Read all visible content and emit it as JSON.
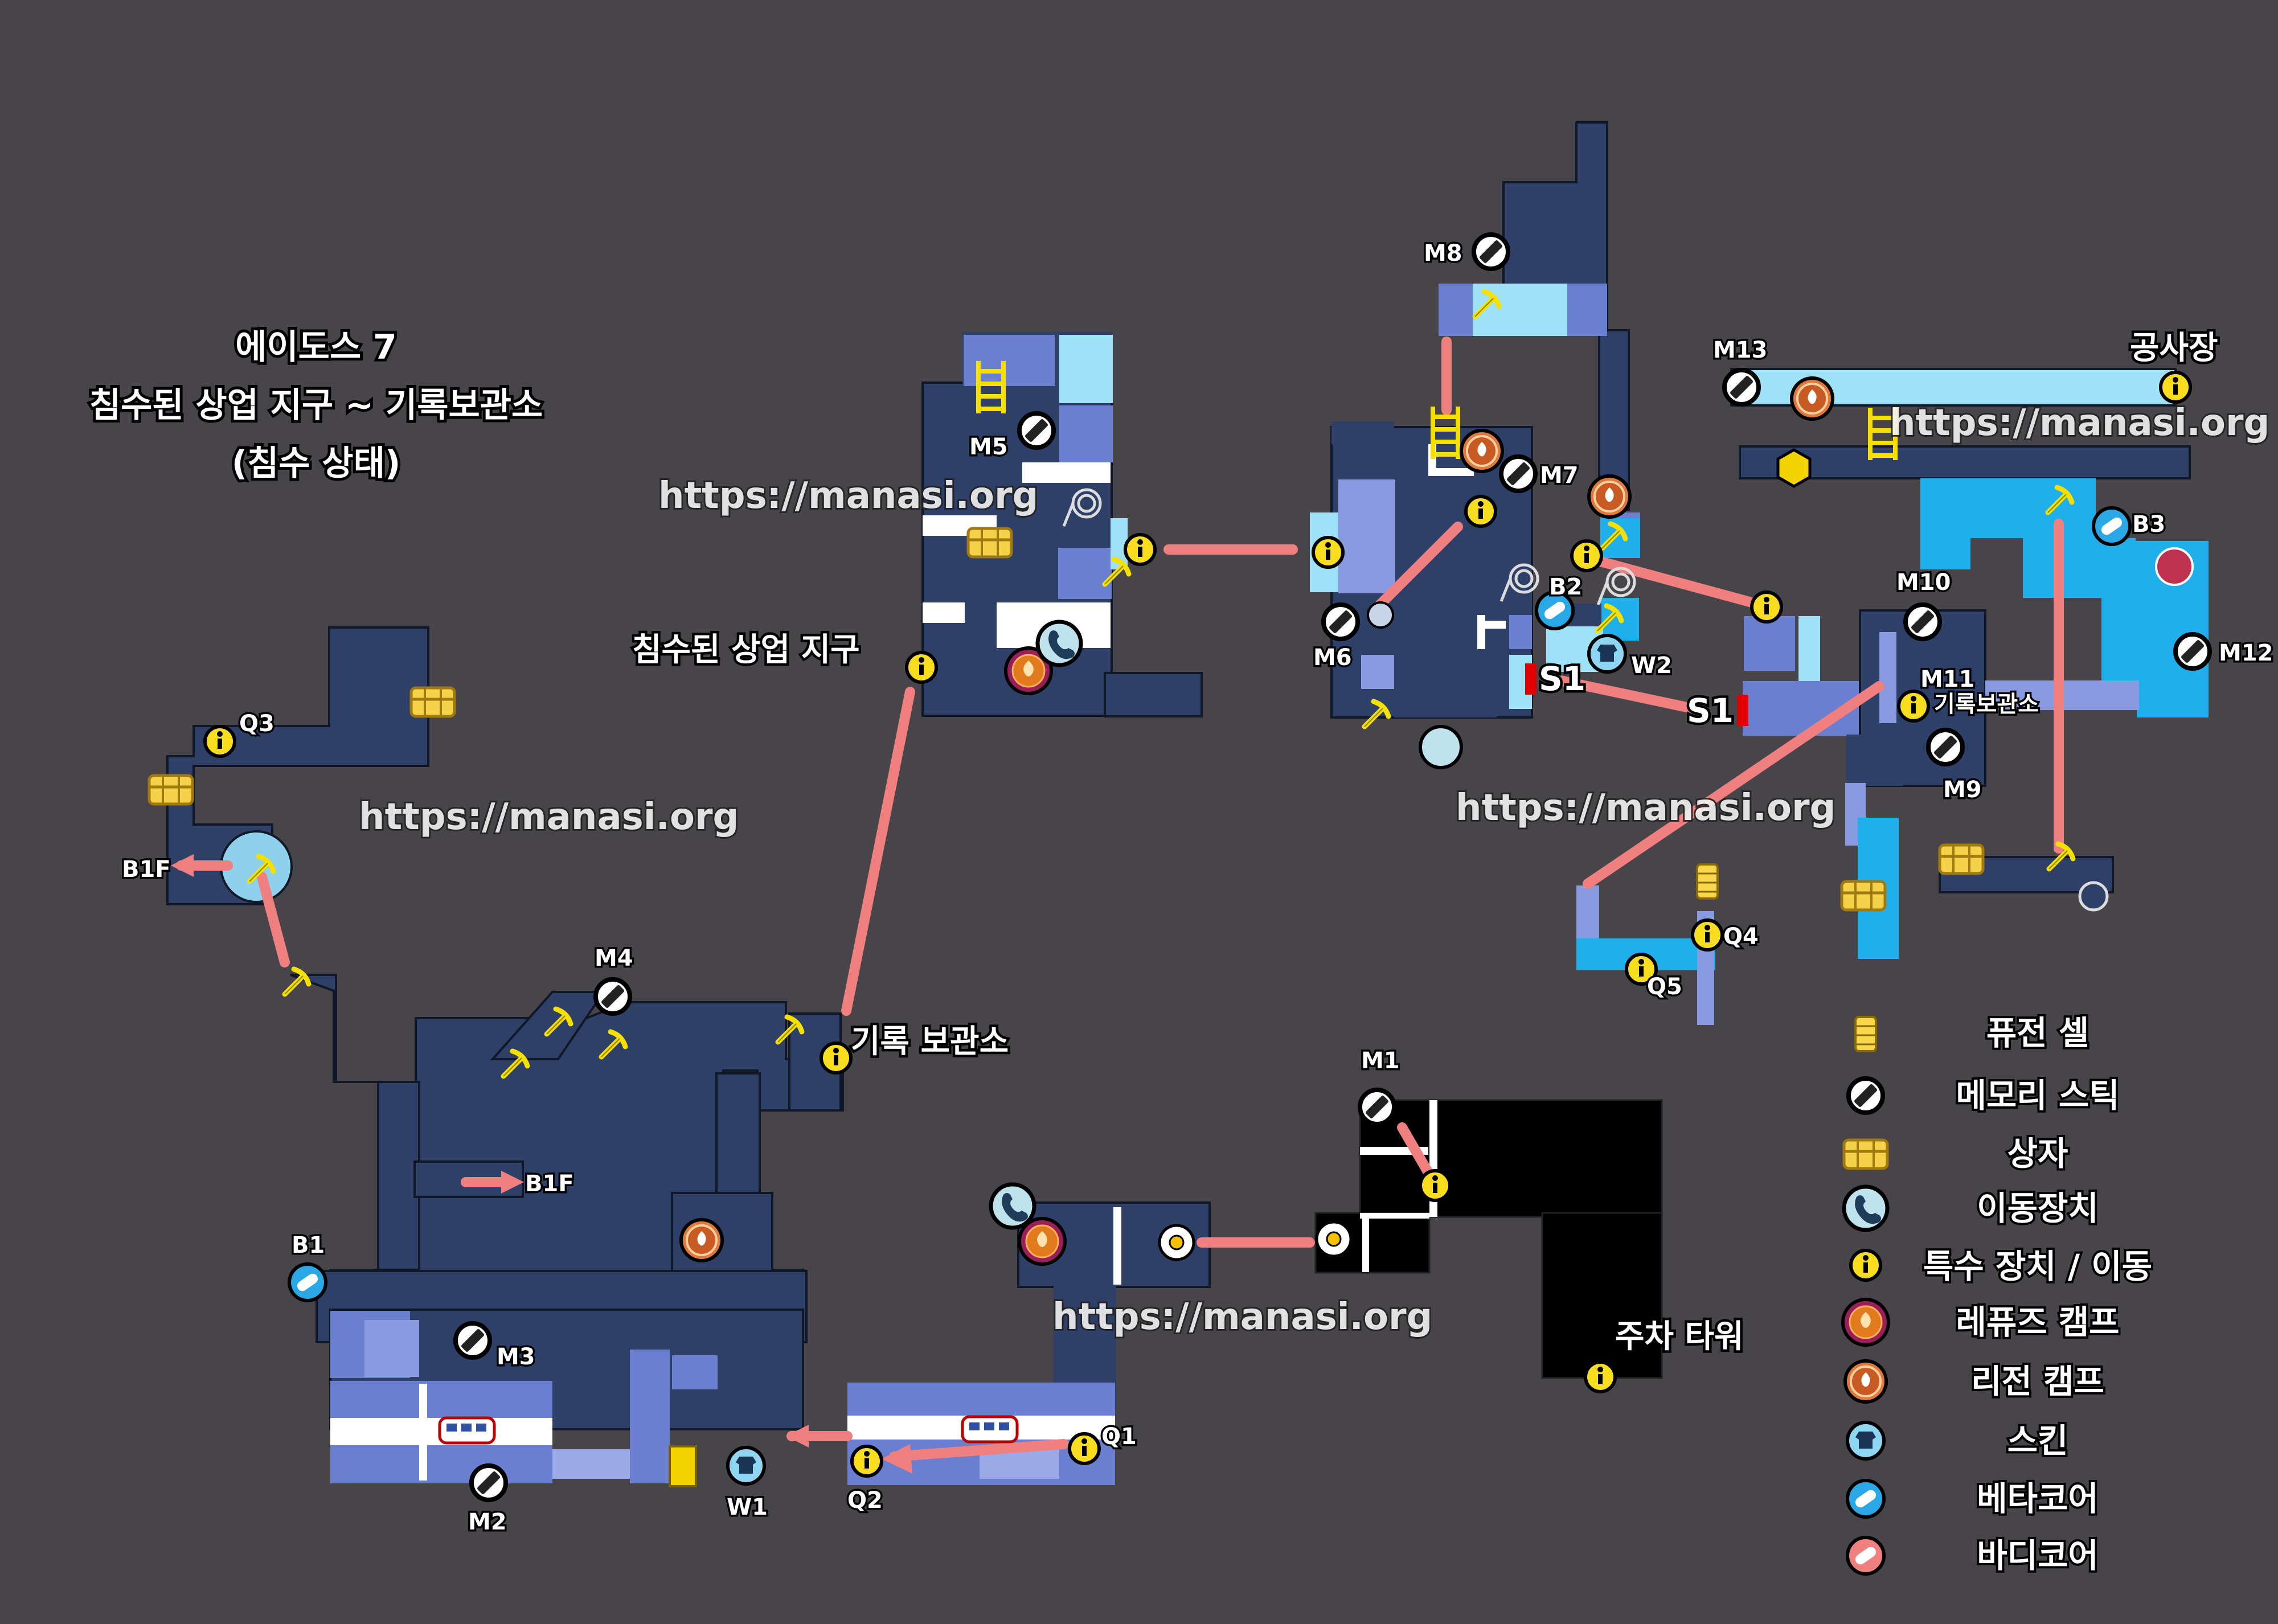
{
  "title": {
    "line1": "에이도스 7",
    "line2": "침수된 상업 지구 ~ 기록보관소",
    "line3": "(침수 상태)"
  },
  "areas": {
    "commercial": "침수된 상업 지구",
    "archive_lower": "기록 보관소",
    "archive_upper": "기록보관소",
    "parking": "주차 타워",
    "construction": "공사장"
  },
  "watermark": "https://manasi.org",
  "markers": {
    "memory": [
      "M1",
      "M2",
      "M3",
      "M4",
      "M5",
      "M6",
      "M7",
      "M8",
      "M9",
      "M10",
      "M11",
      "M12",
      "M13"
    ],
    "special": [
      "Q1",
      "Q2",
      "Q3",
      "Q4",
      "Q5"
    ],
    "beta": [
      "B1",
      "B2",
      "B3"
    ],
    "skin": [
      "W1",
      "W2"
    ],
    "floor_exit": "B1F",
    "switch": "S1"
  },
  "legend": [
    {
      "label": "퓨전 셀",
      "icon": "fusion-cell-icon"
    },
    {
      "label": "메모리 스틱",
      "icon": "memory-stick-icon"
    },
    {
      "label": "상자",
      "icon": "chest-icon"
    },
    {
      "label": "이동장치",
      "icon": "phone-icon"
    },
    {
      "label": "특수 장치 / 이동",
      "icon": "info-icon"
    },
    {
      "label": "레퓨즈 캠프",
      "icon": "refuge-camp-icon"
    },
    {
      "label": "리전 캠프",
      "icon": "legion-camp-icon"
    },
    {
      "label": "스킨",
      "icon": "skin-icon"
    },
    {
      "label": "베타코어",
      "icon": "beta-core-icon"
    },
    {
      "label": "바디코어",
      "icon": "body-core-icon"
    }
  ],
  "colors": {
    "background": "#474549",
    "room": "#2e4068",
    "room_light": "#6a7fd0",
    "room_cyan": "#9fe2f7",
    "room_water": "#1fb0ec",
    "path": "#f07f7f",
    "marker_yellow": "#f5d300"
  }
}
